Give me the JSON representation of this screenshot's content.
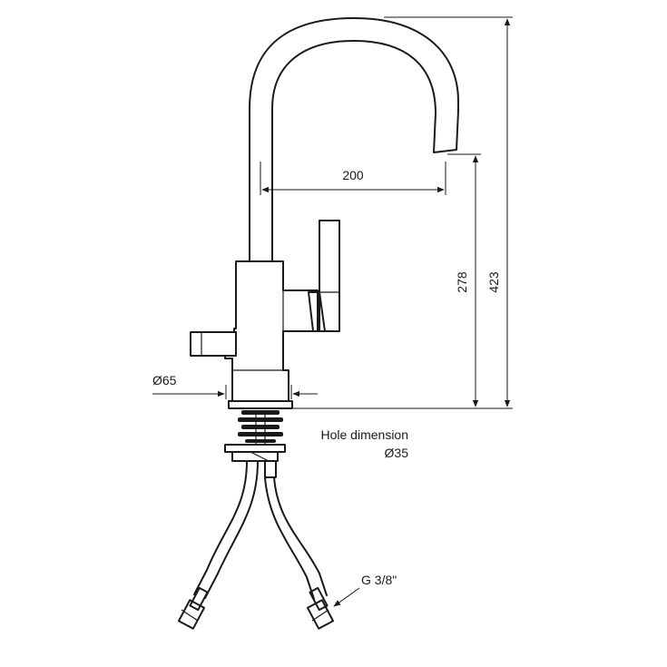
{
  "labels": {
    "spout_reach": "200",
    "outlet_height": "278",
    "total_height": "423",
    "base_diameter": "Ø65",
    "hole_title": "Hole dimension",
    "hole_diameter": "Ø35",
    "connection": "G 3/8\""
  }
}
